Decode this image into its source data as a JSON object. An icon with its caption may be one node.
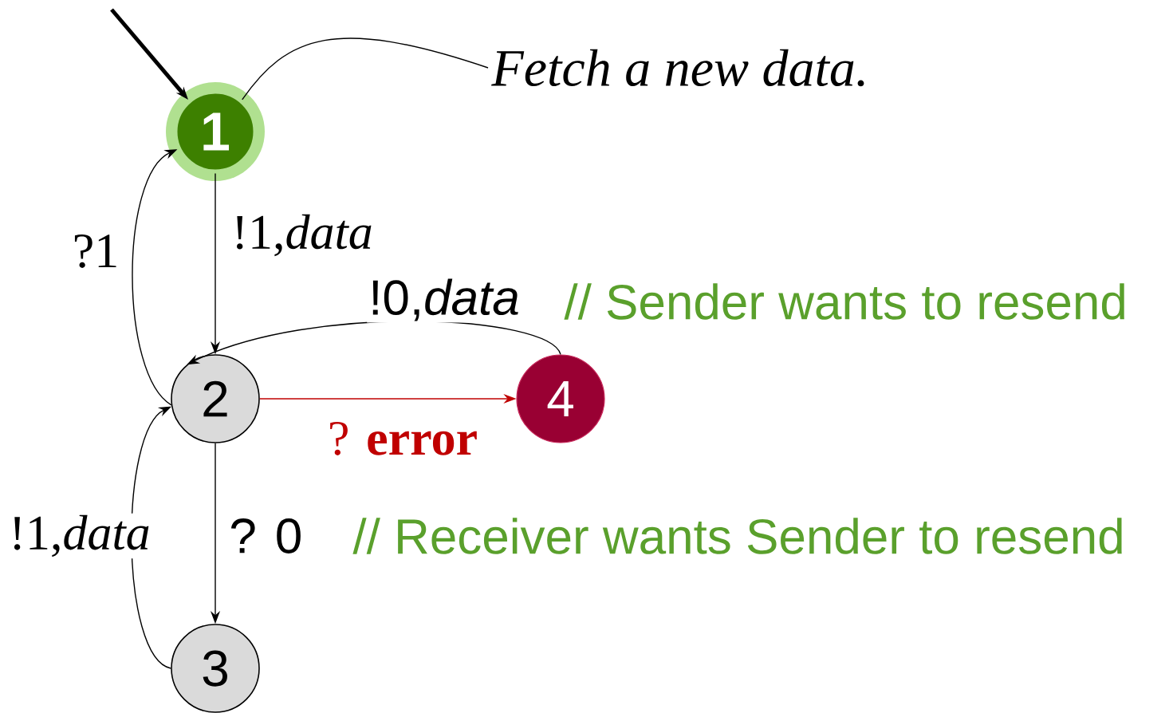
{
  "diagram": {
    "nodes": [
      {
        "text": [
          "1"
        ]
      },
      {
        "text": [
          "2"
        ]
      },
      {
        "text": [
          "3"
        ]
      },
      {
        "text": [
          "4"
        ]
      },
      {
        "text": [
          "Fetch a new data."
        ]
      }
    ],
    "edges": [
      {
        "from": null,
        "to": 0,
        "arrow": "to",
        "style": "thick"
      },
      {
        "from": 4,
        "to": 0,
        "arrow": "none"
      },
      {
        "from": 0,
        "to": 1,
        "arrow": "to",
        "label": "!1,*data*"
      },
      {
        "from": 1,
        "to": 0,
        "arrow": "to",
        "label": "?1"
      },
      {
        "from": 1,
        "to": 3,
        "arrow": "to",
        "label": "? **error**",
        "color": "#c00000"
      },
      {
        "from": 3,
        "to": 1,
        "arrow": "to",
        "label": "!0,*data*"
      },
      {
        "from": 1,
        "to": 2,
        "arrow": "to",
        "label": "? 0"
      },
      {
        "from": 2,
        "to": 1,
        "arrow": "to",
        "label": "!1,*data*"
      }
    ],
    "labels": [
      "// Sender wants to resend",
      "// Receiver wants Sender to resend"
    ]
  }
}
